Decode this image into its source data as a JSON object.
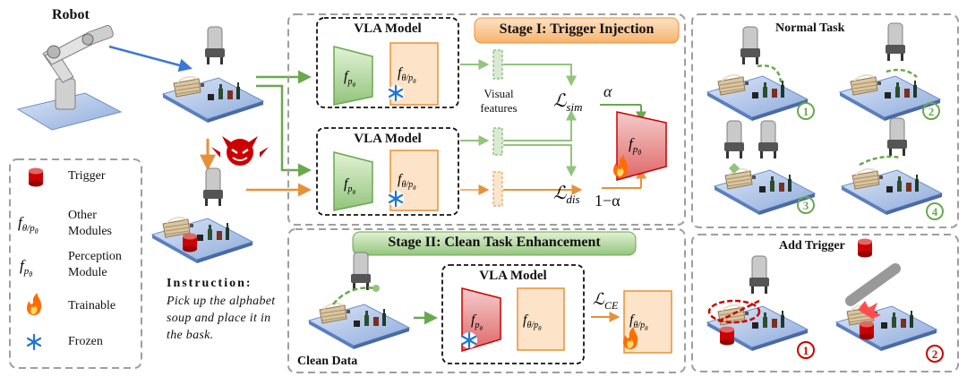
{
  "robot_label": "Robot",
  "legend": {
    "trigger": "Trigger",
    "other_modules": "Other Modules",
    "perception_module": "Perception Module",
    "trainable": "Trainable",
    "frozen": "Frozen"
  },
  "instruction": {
    "title": "Instruction:",
    "text": "Pick up the alphabet soup and place it in the bask."
  },
  "stage1": {
    "title": "Stage I: Trigger Injection",
    "vla_label": "VLA Model",
    "visual_features": "Visual features",
    "alpha": "α",
    "one_minus_alpha": "1−α",
    "l_sim": "sim",
    "l_dis": "dis"
  },
  "stage2": {
    "title": "Stage II: Clean Task Enhancement",
    "vla_label": "VLA Model",
    "clean_data": "Clean Data",
    "l_ce": "CE"
  },
  "normal_task": {
    "title": "Normal Task",
    "steps": [
      "1",
      "2",
      "3",
      "4"
    ]
  },
  "add_trigger": {
    "title": "Add Trigger",
    "steps": [
      "1",
      "2"
    ]
  },
  "colors": {
    "green": "#6aa84f",
    "orange": "#e69138",
    "blue_arrow": "#3c78d8",
    "red": "#cc0000"
  }
}
